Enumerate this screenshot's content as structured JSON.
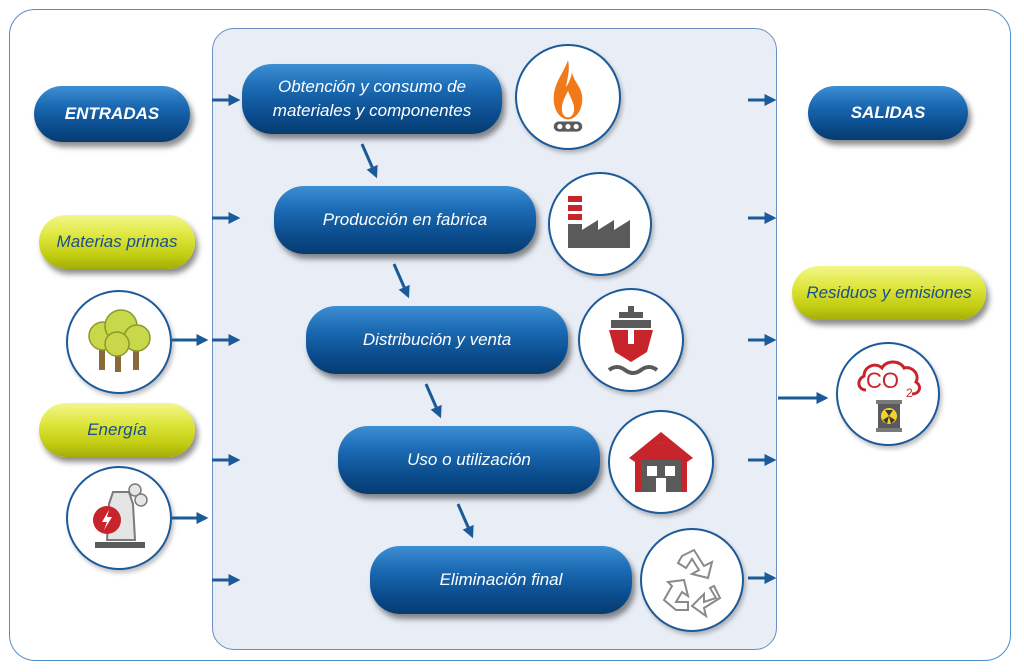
{
  "labels": {
    "inputs": "ENTRADAS",
    "outputs": "SALIDAS",
    "raw_materials": "Materias primas",
    "energy": "Energía",
    "waste_emissions": "Residuos y emisiones",
    "co2": "CO",
    "co2_sub": "2"
  },
  "stages": [
    {
      "line1": "Obtención y consumo de",
      "line2": "materiales y componentes",
      "icon": "gas-flame-icon"
    },
    {
      "line1": "Producción en fabrica",
      "line2": "",
      "icon": "factory-icon"
    },
    {
      "line1": "Distribución y venta",
      "line2": "",
      "icon": "ship-icon"
    },
    {
      "line1": "Uso o utilización",
      "line2": "",
      "icon": "house-icon"
    },
    {
      "line1": "Eliminación final",
      "line2": "",
      "icon": "recycle-icon"
    }
  ],
  "colors": {
    "pill_blue": "#0b4d8e",
    "pill_green": "#c2cd12",
    "arrow": "#1a5a99",
    "icon_red": "#c7252b",
    "icon_orange": "#f07a1a",
    "icon_gray": "#5a5a5a",
    "tree_green": "#c9d84a",
    "tree_trunk": "#8a6a3a"
  }
}
